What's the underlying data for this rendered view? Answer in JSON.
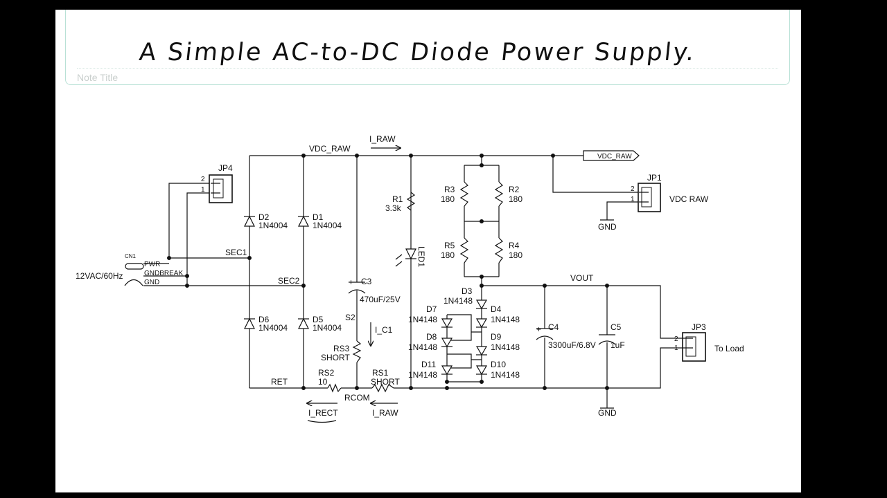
{
  "note": {
    "title": "Note Title",
    "heading": "A Simple AC-to-DC Diode Power Supply."
  },
  "connectors": {
    "jp4": "JP4",
    "jp1": "JP1",
    "jp3": "JP3",
    "cn1": "CN1",
    "pin2": "2",
    "pin1": "1",
    "vdc_raw_label": "VDC RAW",
    "to_load": "To Load",
    "cn1_pwr": "PWR",
    "cn1_gndbreak": "GNDBREAK",
    "cn1_gnd": "GND",
    "ac_input": "12VAC/60Hz"
  },
  "nets": {
    "vdc_raw": "VDC_RAW",
    "i_raw_top": "I_RAW",
    "vdc_raw_port": "VDC_RAW",
    "sec1": "SEC1",
    "sec2": "SEC2",
    "ret": "RET",
    "s2": "S2",
    "rcom": "RCOM",
    "vout": "VOUT",
    "i_c1": "I_C1",
    "i_rect": "I_RECT",
    "i_raw_bottom": "I_RAW",
    "gnd_jp1": "GND",
    "gnd_bottom": "GND"
  },
  "components": {
    "d1": {
      "ref": "D1",
      "value": "1N4004"
    },
    "d2": {
      "ref": "D2",
      "value": "1N4004"
    },
    "d5": {
      "ref": "D5",
      "value": "1N4004"
    },
    "d6": {
      "ref": "D6",
      "value": "1N4004"
    },
    "c3": {
      "ref": "C3",
      "value": "470uF/25V"
    },
    "r1": {
      "ref": "R1",
      "value": "3.3k"
    },
    "led1": {
      "ref": "LED1"
    },
    "r2": {
      "ref": "R2",
      "value": "180"
    },
    "r3": {
      "ref": "R3",
      "value": "180"
    },
    "r4": {
      "ref": "R4",
      "value": "180"
    },
    "r5": {
      "ref": "R5",
      "value": "180"
    },
    "d3": {
      "ref": "D3",
      "value": "1N4148"
    },
    "d4": {
      "ref": "D4",
      "value": "1N4148"
    },
    "d7": {
      "ref": "D7",
      "value": "1N4148"
    },
    "d8": {
      "ref": "D8",
      "value": "1N4148"
    },
    "d9": {
      "ref": "D9",
      "value": "1N4148"
    },
    "d10": {
      "ref": "D10",
      "value": "1N4148"
    },
    "d11": {
      "ref": "D11",
      "value": "1N4148"
    },
    "rs1": {
      "ref": "RS1",
      "value": "SHORT"
    },
    "rs2": {
      "ref": "RS2",
      "value": "10"
    },
    "rs3": {
      "ref": "RS3",
      "value": "SHORT"
    },
    "c4": {
      "ref": "C4",
      "value": "3300uF/6.8V"
    },
    "c5": {
      "ref": "C5",
      "value": "1uF"
    },
    "plus": "+"
  }
}
